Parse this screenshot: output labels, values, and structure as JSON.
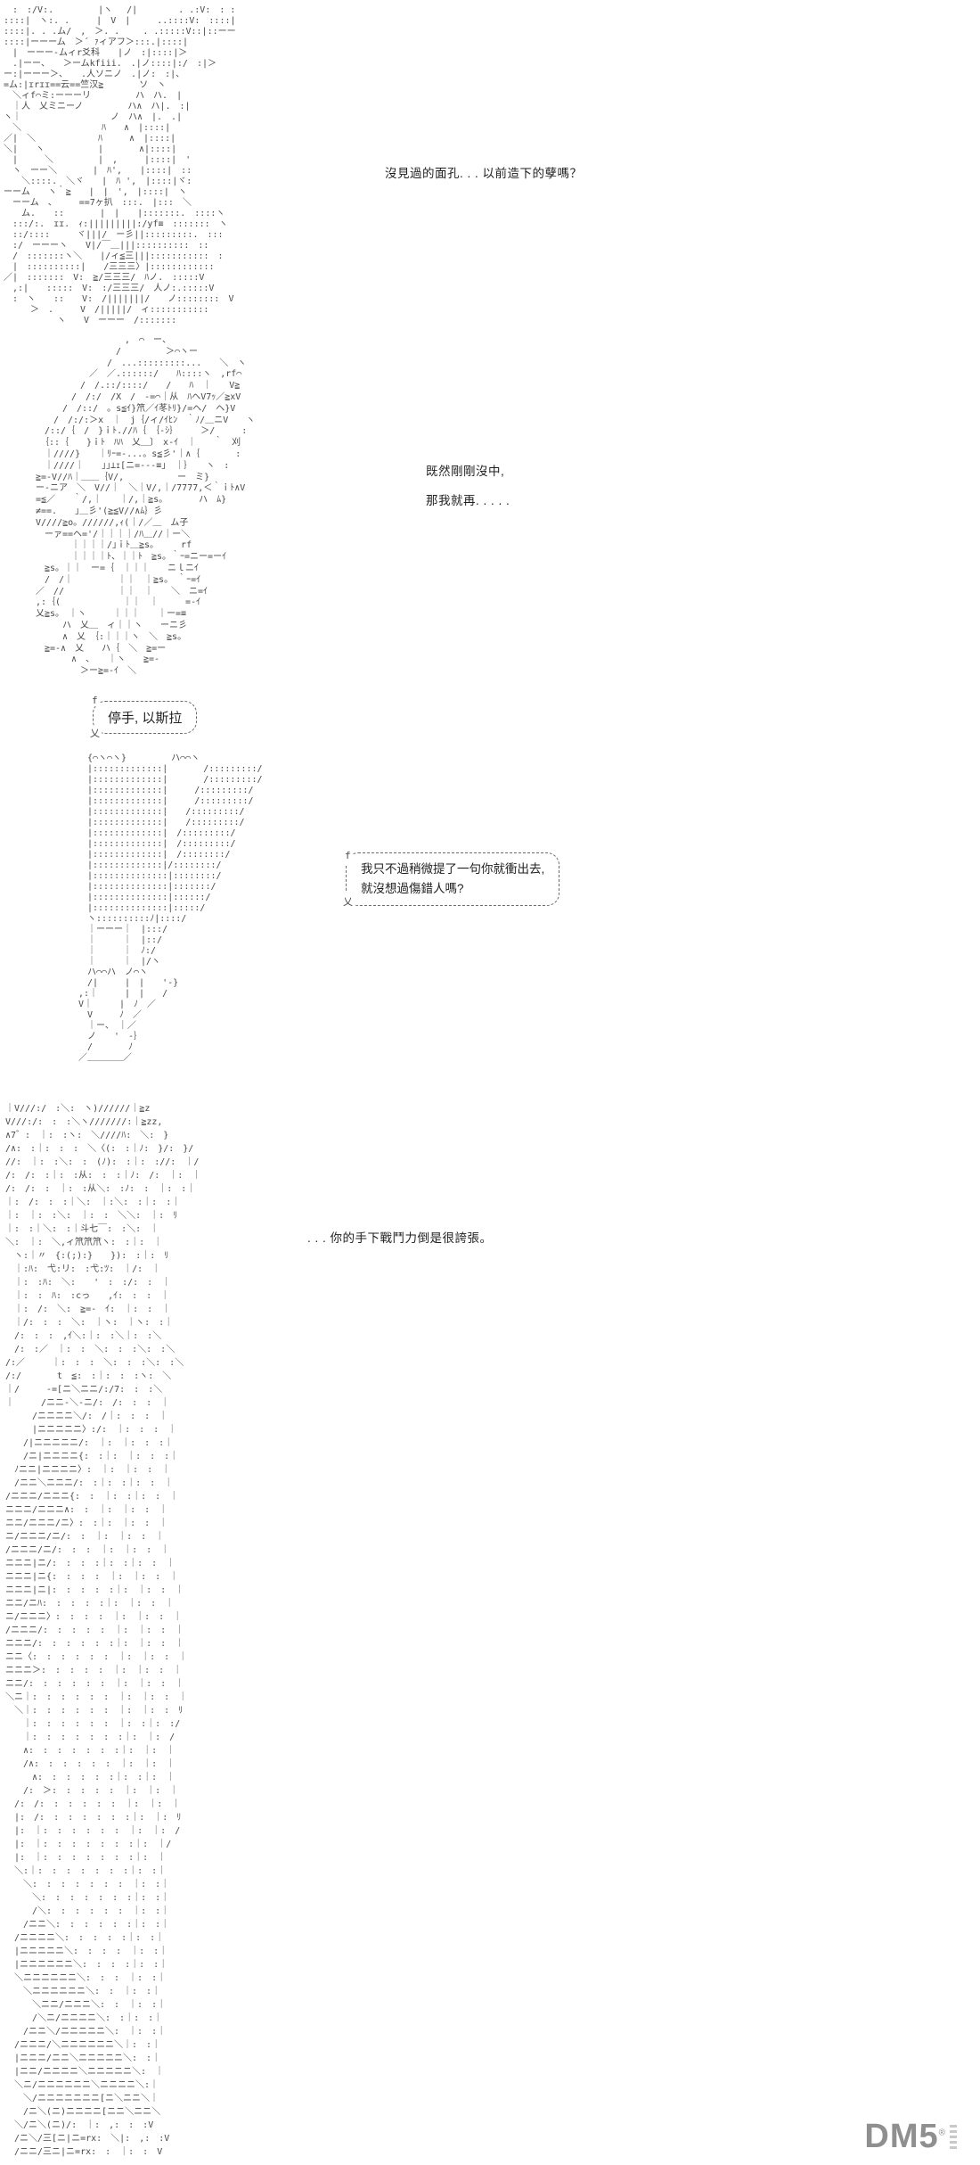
{
  "page": {
    "bg": "#ffffff",
    "aa_color": "#474747",
    "text_color": "#1f1f1f",
    "watermark_color": "#8f8f8f"
  },
  "dialogues": {
    "d1": "沒見過的面孔. . . 以前造下的孽嗎？",
    "d2": "既然剛剛沒中,",
    "d3": "那我就再. . . . .",
    "d4": ". . . 你的手下戰鬥力倒是很誇張。"
  },
  "bubbles": {
    "b1": {
      "prefix": "f",
      "suffix": "乂",
      "text": "停手, 以斯拉"
    },
    "b2": {
      "prefix": "f",
      "suffix": "乂",
      "line1": "我只不過稍微提了一句你就衝出去,",
      "line2": "就沒想過傷錯人嗎?"
    }
  },
  "watermark": {
    "text": "DM5",
    "mark": "®"
  },
  "ascii": {
    "block1": {
      "lines": [
        "　:　:/V:.　　　　　|ヽ　 /|　　　　 . .:V:　: :",
        "::::|　ヽ:. .　　　|　V　|　　　..::::V:　::::|",
        "::::|. . .ム/　,　＞. .　　 . .:::::V::|::ーー",
        "::::|ーーーム　＞´ ｧィアフ＞:::.|::::|",
        "　|　ーーー-ムィr爻科　　|ノ　:|::::|＞",
        "　.|ーー、　　＞ームkfiii.　.|ノ::::|:/　:|＞",
        "ー:|ーーー＞、　　.人ソニノ　.|ノ:　:|、",
        "=ム:|ɪrɪɪ==云==竺汉≧　　　　ソ　ヽ",
        "　＼ィf⌒ミ:ーーーリ　　　　　ハ　ハ.　|",
        "　｜人　乂ミニーノ　　　　　ハ∧　ハ|.　:|",
        "ヽ｜　　　　　　　　　　ノ　ハ∧　|.　.|",
        "　＼　　　　　　　　　ﾊ　　∧　|::::|",
        "／|　＼　　　　　　　ﾊ　　　∧　|::::|",
        "＼|　　ヽ　　　　　　|　　　　∧|::::|",
        "　|　　　＼　　　　　|　,　　　|::::|　'",
        "　ヽ　ーー＼　　　　|　ﾊ',　　|::::|　::",
        "　　＼::::.　＼ヾ　　|　ﾊ ',　|::::|ヾ:",
        "ーーム　　ヽ｀≧　　|　|　',　|::::|　ヽ",
        "　ーーム　、　　　==7ヶ扒　:::.　|:::　＼",
        "　　ム.　　::　　　　|　|　　|:::::::.　::::ヽ",
        "　:::/:.　ɪɪ.　ｨ:|||||||||:/yf≡　:::::::　ヽ",
        "　::/::::　　　ヾ|||/　ー彡||:::::::::.　:::",
        "　:/　ーーーヽ　　V|/￣＿|||::::::::::　::",
        "　/　:::::::ヽ＼　　|/ィ≦三|||:::::::::::　:",
        "　|　::::::::::|　　/三三三〉|::::::::::::",
        "／|　:::::::　V:　≧/三三三/　ﾊノ.　:::::V",
        "　,:|　　:::::　V:　:/三三三/　人ノ:.:::::V",
        "　:　ヽ　　::　　V:　/|||||||/　　ノ::::::::　V",
        "　　　＞　.　　　V　/|||||/　ィ:::::::::::",
        "　　　　　　ヽ　　V　ーーー　/:::::::"
      ]
    },
    "block2": {
      "lines": [
        "　　　　　　　　　　　,　⌒　ー、",
        "　　　　　　　　　　/　　　　　＞⌒ヽー",
        "　　　　　　　　　/　...:::::::::...　　＼　ヽ",
        "　　　　　　　／　／.::::::/　　ﾊ::::ヽ　,rf⌒",
        "　　　　　　/　/.::/::::/　　/　　ﾊ　｜　　V≧",
        "　　　　　/　/:/　/X　/　-=⌒｜从　ﾊヘV7ｯ／≧xV",
        "　　　　/　/::/　。s≦ｲ}笊／ｲ苳ﾄﾘ}/=ヘ/　ヘ}V",
        "　　　/　/:/:＞x　｜　j｛/ィ/ｲﾋﾝ　｀ﾉ/＿ニV　　ヽ",
        "　　/::/｛　/　}ｉﾄ.//ﾊ｛　｛-ｼ｝　　　＞/　　　:",
        "　　｛::｛　　}ｉﾄ　ﾊﾊ　乂＿〕　x-ｲ　｜　　｀　刈",
        "　　｜////}　　｜ﾘｰ=-...。s≦彡'｜∧｛　　　　:",
        "　　｜////｜　　｣｣⊥ｪ[ニ=--‐≡｣　｜｝　　ヽ　:",
        "　≧=-V//ﾊ｜＿＿｛V/,　　　　　　ー　ミ}",
        "　ー-ニア　＼　V//｜　＼｜V/,｜/7777,＜｀ｉﾄ∧V",
        "　=≦／　　｀/,｜　　｜/,｜≧s。　　　　ハ　ﾑ}",
        "　≠==.　　｣＿彡'(≧≦V//∧ﾑ｝彡",
        "　V////≧o。//////,ｨ(｜/／＿　ム子",
        "　　ーァ==ヘ='/｜｜｜｜/ﾊ＿//｜ー＼",
        "　　　　　｜｜｜｜/｣ｉﾄ＿≧s。　　　rf",
        "　　　　　｜｜｜｜ﾄ、｜｜ﾄ　≧s。｀ｰ=ニー=ーｲ",
        "　　≧s。｜｜　ー=｛　｜｜｜　　ニｌニｲ",
        "　　/　/｜　　　　　｜｜　｜≧s。　｀ｰ=ｲ",
        "　／　//　　　　　　｜｜　｜　　＼　ニ=ｲ",
        "　,:｛(　　　　　　　｜｜　｜　　　=-ｲ",
        "　乂≧s。　｜ヽ　　　｜｜｜　　｜ー=≡",
        "　　　　ハ　乂＿　ィ｜｜ヽ　　ーニ彡",
        "　　　　∧　乂　｛:｜｜｜ヽ　＼　≧s。",
        "　　≧=-∧　乂　　ハ｛　＼　≧=ー",
        "　　　　　∧　、　　｜ヽ　　≧=-",
        "　　　　　　＞ー≧=-ｲ　＼"
      ]
    },
    "block3": {
      "lines": [
        "　　{⌒ヽ⌒ヽ}　　　　　ハ⌒⌒ヽ",
        "　　|:::::::::::::|　　　　/:::::::::/",
        "　　|:::::::::::::|　　　　/:::::::::/",
        "　　|:::::::::::::|　　　/:::::::::/",
        "　　|:::::::::::::|　　　/:::::::::/",
        "　　|:::::::::::::|　　/:::::::::/",
        "　　|:::::::::::::|　　/:::::::::/",
        "　　|:::::::::::::|　/:::::::::/",
        "　　|:::::::::::::|　/:::::::::/",
        "　　|:::::::::::::|　/::::::::/",
        "　　|:::::::::::::|/::::::::/",
        "　　|::::::::::::::|::::::::/",
        "　　|::::::::::::::|:::::::/",
        "　　|::::::::::::::|::::::/",
        "　　|::::::::::::::|:::::/",
        "　　ヽ::::::::::ﾉ|::::/",
        "　　｜ーーー｜　|:::/",
        "　　｜　　　｜　|::/",
        "　　｜　　　｜　ﾉ:/",
        "　　｜　　　｜　|/ヽ",
        "　　ハ⌒⌒ハ　ノ⌒ヽ",
        "　　/|　　　|　|　　'-}",
        "　,:｜　　　|　|　　/",
        "　V｜　　　|　ﾉ　／",
        "　　V　　　ﾉ　／",
        "　　｜ー、　｜／",
        "　　ノ　　'　-｝",
        "　　/　　　　ﾉ",
        "　／＿＿＿＿／",
        "　"
      ]
    },
    "block4": {
      "lines": [
        "｜V///:/　:＼:　ヽ)//////｜≧z",
        "V///:/:　:　:＼ヽ///////:｜≧zz,",
        "∧7゛:　｜:　:ヽ:　＼////ﾊ:　＼:　}",
        "/∧:　:｜:　:　:　＼〈(:　:｜ﾉ:　}/:　}/",
        "//:　｜:　:＼:　:　(ﾉ):　:｜:　://:　｜/",
        "/:　/:　:｜:　:从:　:　:｜ﾉ:　/:　｜:　｜",
        "/:　/:　:　｜:　:从＼:　:ﾉ:　:　｜:　:｜",
        "｜:　/:　:　:｜＼:　｜:＼:　:｜:　:｜",
        "｜:　｜:　:＼:　｜:　:　＼＼:　｜:　ﾘ",
        "｜:　:｜＼:　:｜斗七￣:　:＼:　｜",
        "＼:　｜:　＼,ィ笊笊笊ヽ:　:｜:　｜",
        "　ヽ:｜〃　{:(;):}　　}):　:｜:　ﾘ",
        "　｜:ﾊ:　弋:リ:　:弋:ﾂ:　｜/:　｜",
        "　｜:　:ﾊ:　＼:　　'　:　:/:　:　｜",
        "　｜:　:　ﾊ:　:cっ　　,ｲ:　:　:　｜",
        "　｜:　/:　＼:　≧=-　ｲ:　｜:　:　｜",
        "　｜/:　:　:　＼:　｜ヽ:　｜ヽ:　:｜",
        "　/:　:　:　,ｲ＼:｜:　:＼｜:　:＼",
        "　/:　:／　｜:　:　＼:　:　:＼:　:＼",
        "/:／　　　｜:　:　:　＼:　:　:＼:　:＼",
        "/:/　　　　t　≦:　:｜:　:　:ヽ:　＼",
        "｜/　　　-=[ニ＼ニニ/:/7:　:　:＼",
        "｜　　　/ニニ-＼-ニ/:　/:　:　:　｜",
        "　　　/ニニニニ＼/:　/｜:　:　:　｜",
        "　　　|ニニニニニ〉:/:　｜:　:　:　｜",
        "　　/|ニニニニニ/:　｜:　｜:　:　:｜",
        "　　/ニ|ニニニニ{:　:｜:　｜:　:　:｜",
        "　ﾉニニ|ニニニニ〉:　｜:　｜:　:　｜",
        "　/ニニ＼ニニニ/:　:｜:　:｜:　:　｜",
        "/ニニニ/ニニニ{:　:　｜:　:｜:　:　｜",
        "ニニニ/ニニニ∧:　:　｜:　｜:　:　｜",
        "ニニ/ニニニ/ニ〉:　:｜:　｜:　:　｜",
        "ニ/ニニニ/ニ/:　:　｜:　｜:　:　｜",
        "/ニニニ/ニ/:　:　:　｜:　｜:　:　｜",
        "ニニニ|ニ/:　:　:　:｜:　:｜:　:　｜",
        "ニニニ|ニ{:　:　:　:　｜:　｜:　:　｜",
        "ニニニ|ニ|:　:　:　:　:｜:　｜:　:　｜",
        "ニニ/ニﾊ:　:　:　:　:｜:　｜:　:　｜",
        "ニ/ニニニ〉:　:　:　:　｜:　｜:　:　｜",
        "/ニニニ/:　:　:　:　:　｜:　｜:　:　｜",
        "ニニニ/:　:　:　:　:　:｜:　｜:　:　｜",
        "ニニ〈:　:　:　:　:　:　｜:　｜:　:　｜",
        "ニニニ＞:　:　:　:　:　｜:　｜:　:　｜",
        "ニニ/:　:　:　:　:　:　｜:　｜:　:　｜",
        "＼ニ｜:　:　:　:　:　:　｜:　｜:　:　｜",
        "　＼｜:　:　:　:　:　:　｜:　｜:　:　ﾘ",
        "　　｜:　:　:　:　:　:　｜:　:｜:　:/",
        "　　｜:　:　:　:　:　:　:｜:　｜:　/",
        "　　∧:　:　:　:　:　:　:｜:　｜:　｜",
        "　　/∧:　:　:　:　:　:　｜:　｜:　｜",
        "　　　∧:　:　:　:　:　:｜:　:｜:　｜",
        "　　/:　＞:　:　:　:　:　｜:　｜:　｜",
        "　/:　/:　:　:　:　:　:　｜:　｜:　｜",
        "　|:　/:　:　:　:　:　:　:｜:　｜:　ﾘ",
        "　|:　｜:　:　:　:　:　:　｜:　｜:　/",
        "　|:　｜:　:　:　:　:　:　:｜:　｜/",
        "　|:　｜:　:　:　:　:　:　:｜:　｜",
        "　＼:｜:　:　:　:　:　:　:｜:　:｜",
        "　　＼:　:　:　:　:　:　:　｜:　:｜",
        "　　　＼:　:　:　:　:　:　:｜:　:｜",
        "　　　/＼:　:　:　:　:　:　｜:　:｜",
        "　　/ニニ＼:　:　:　:　:　:｜:　:｜",
        "　/ニニニニ＼:　:　:　:　:｜:　:｜",
        "　|ニニニニニ＼:　:　:　:　｜:　:｜",
        "　|ニニニニニニ＼:　:　:　:｜:　:｜",
        "　＼ニニニニニニ＼:　:　:　｜:　:｜",
        "　　＼ニニニニニニ＼:　:　｜:　:｜",
        "　　　＼ニニ/ニニニ＼:　:　｜:　:｜",
        "　　　/＼ニ/ニニニニ＼:　:｜:　:｜",
        "　　/ニニ＼/ニニニニニ＼:　｜:　:｜",
        "　/ニニニ/＼ニニニニニニ＼｜:　:｜",
        "　|ニニニ/ニニ＼ニニニニニ＼:　:｜",
        "　|ニニ/ニニニニ＼ニニニニニ＼:　｜",
        "　＼ニ/ニニニニニニ＼ニニニニ＼:｜",
        "　　＼/ニニニニニニニ[ニ＼ニニ＼｜",
        "　　/ニ＼(ニ)ニニニニ[ニニ＼ニニ＼",
        "　＼/ニ＼(ニ)/:　｜:　,:　:　:V",
        "　/ニ＼/三[ニ|ニ=rx:　＼|:　,:　:V",
        "　/ニニ/三ニ|ニ=rx:　:　｜:　:　V"
      ]
    }
  }
}
